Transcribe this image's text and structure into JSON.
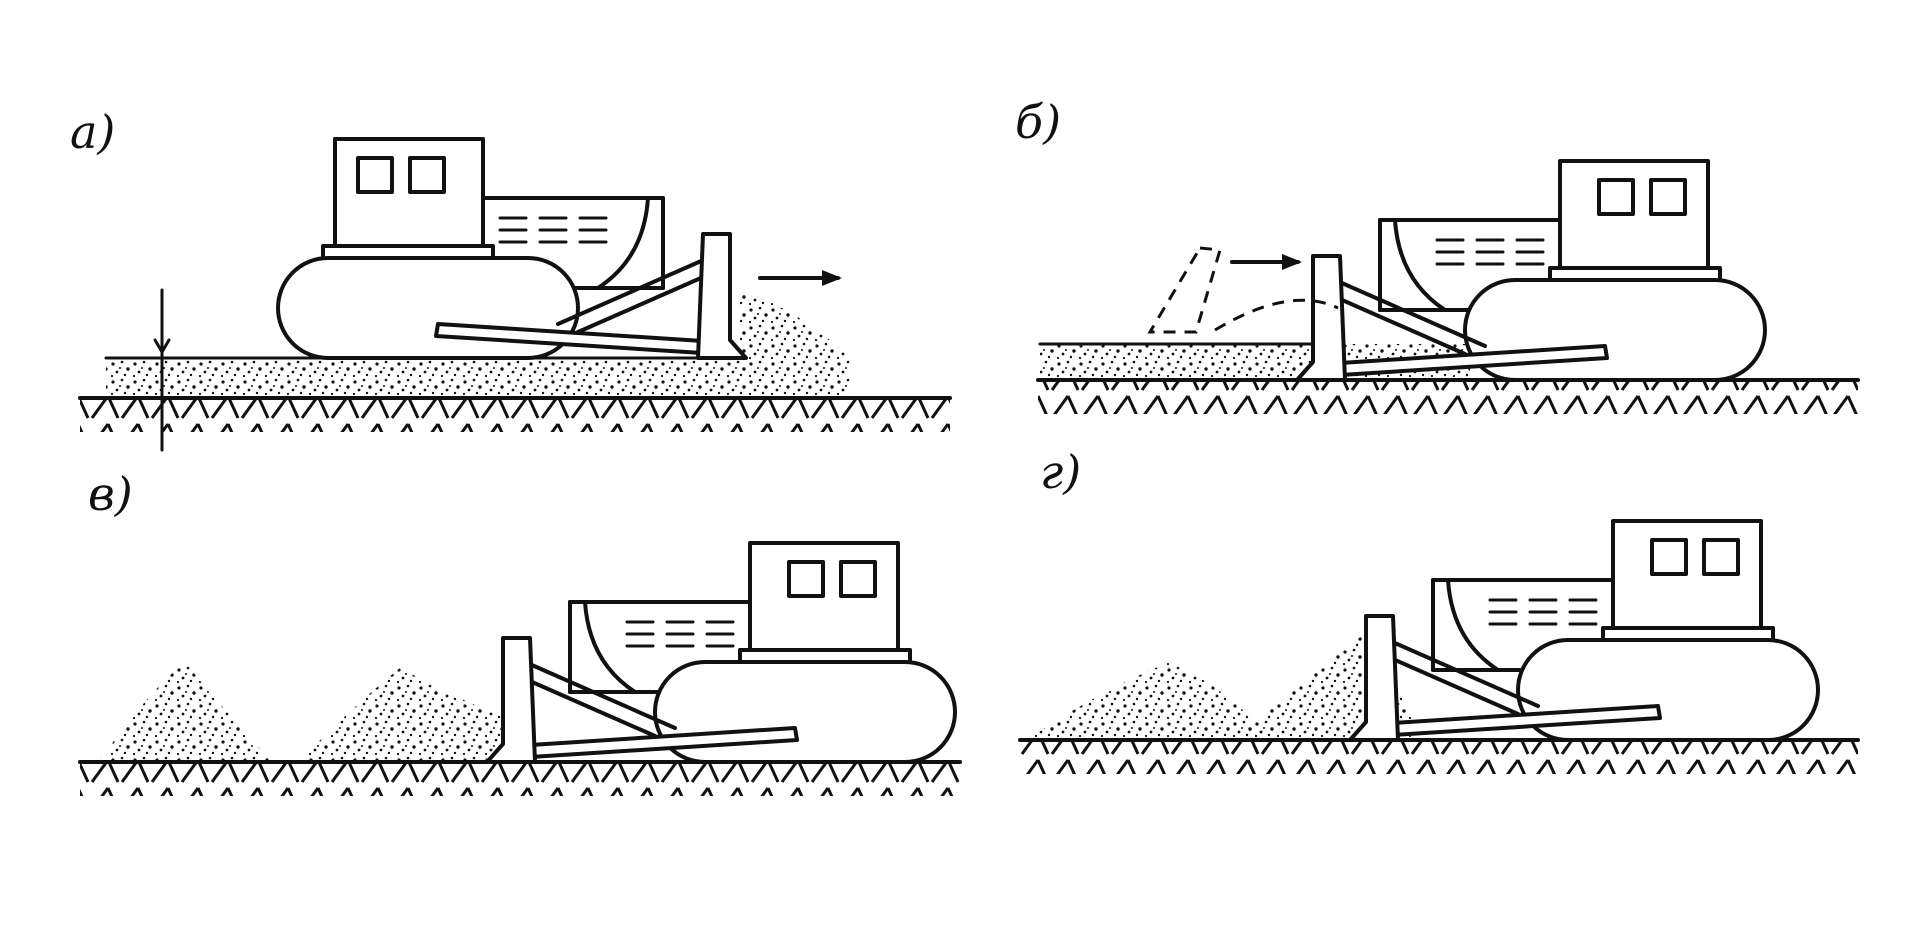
{
  "panels": [
    {
      "id": "a",
      "label": "а)"
    },
    {
      "id": "b",
      "label": "б)"
    },
    {
      "id": "v",
      "label": "в)"
    },
    {
      "id": "g",
      "label": "г)"
    }
  ],
  "colors": {
    "ink": "#111111",
    "background": "#ffffff"
  }
}
